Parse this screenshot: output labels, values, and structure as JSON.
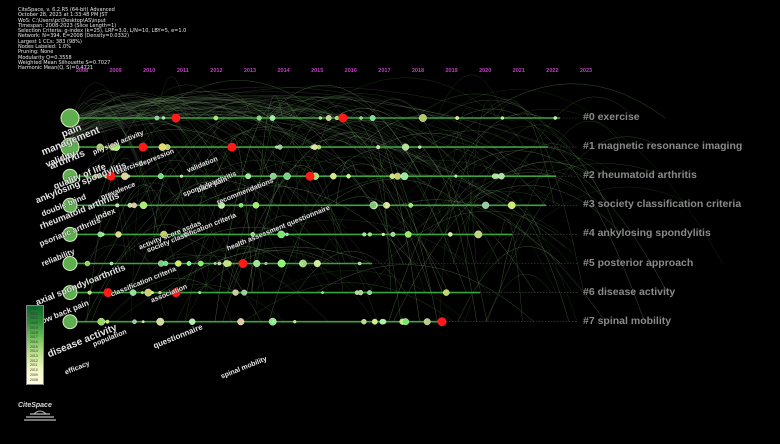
{
  "meta": {
    "lines": [
      "CiteSpace, v. 6.2.R5 (64-bit) Advanced",
      "October 28, 2023 at 1:33:48 PM JST",
      "WoS: C:\\Users\\pc\\Desktop\\AS\\input",
      "Timespan: 2008-2023 (Slice Length=1)",
      "Selection Criteria: g-index (k=25), LRF=3.0, L/N=10, LBY=5, e=1.0",
      "Network: N=394, E=2008 (Density=0.0332)",
      "Largest 1 CCs: 383 (98%)",
      "Nodes Labeled: 1.0%",
      "Pruning: None",
      "Modularity Q=0.3558",
      "Weighted Mean Silhouette S=0.7027",
      "Harmonic Mean(Q, S)=0.4721"
    ]
  },
  "years": [
    "2008",
    "2009",
    "2010",
    "2011",
    "2012",
    "2013",
    "2014",
    "2015",
    "2016",
    "2017",
    "2018",
    "2019",
    "2020",
    "2021",
    "2022",
    "2023"
  ],
  "clusters": [
    {
      "label": "#0 exercise"
    },
    {
      "label": "#1 magnetic resonance imaging"
    },
    {
      "label": "#2 rheumatoid arthritis"
    },
    {
      "label": "#3 society classification criteria"
    },
    {
      "label": "#4 ankylosing spondylitis"
    },
    {
      "label": "#5 posterior approach"
    },
    {
      "label": "#6 disease activity"
    },
    {
      "label": "#7 spinal mobility"
    }
  ],
  "keywords": [
    {
      "text": "management",
      "size": 10,
      "rot": -22
    },
    {
      "text": "pain",
      "size": 10,
      "rot": -22
    },
    {
      "text": "arthritis",
      "size": 10,
      "rot": -22
    },
    {
      "text": "quality of life",
      "size": 9,
      "rot": -22
    },
    {
      "text": "validity",
      "size": 9,
      "rot": -22
    },
    {
      "text": "ankylosing spondylitis",
      "size": 9,
      "rot": -22
    },
    {
      "text": "double blind",
      "size": 8,
      "rot": -22
    },
    {
      "text": "rheumatoid arthritis",
      "size": 9,
      "rot": -22
    },
    {
      "text": "psoriatic arthritis",
      "size": 8,
      "rot": -22
    },
    {
      "text": "reliability",
      "size": 8,
      "rot": -22
    },
    {
      "text": "axial spondyloarthritis",
      "size": 9,
      "rot": -22
    },
    {
      "text": "low back pain",
      "size": 8,
      "rot": -22
    },
    {
      "text": "disease activity",
      "size": 10,
      "rot": -22
    },
    {
      "text": "efficacy",
      "size": 7,
      "rot": -22
    },
    {
      "text": "population",
      "size": 7,
      "rot": -22
    },
    {
      "text": "questionnaire",
      "size": 8,
      "rot": -22
    },
    {
      "text": "spinal mobility",
      "size": 7,
      "rot": -22
    },
    {
      "text": "physical activity",
      "size": 7,
      "rot": -22
    },
    {
      "text": "exercise",
      "size": 7,
      "rot": -22
    },
    {
      "text": "depression",
      "size": 7,
      "rot": -22
    },
    {
      "text": "validation",
      "size": 7,
      "rot": -22
    },
    {
      "text": "prevalence",
      "size": 7,
      "rot": -22
    },
    {
      "text": "spondyloarthritis",
      "size": 7,
      "rot": -22
    },
    {
      "text": "back pain",
      "size": 7,
      "rot": -22
    },
    {
      "text": "recommendations",
      "size": 7,
      "rot": -22
    },
    {
      "text": "health assessment questionnaire",
      "size": 7,
      "rot": -22
    },
    {
      "text": "activity score asdas",
      "size": 7,
      "rot": -22
    },
    {
      "text": "society classification criteria",
      "size": 7,
      "rot": -22
    },
    {
      "text": "classification criteria",
      "size": 7,
      "rot": -22
    },
    {
      "text": "association",
      "size": 7,
      "rot": -22
    },
    {
      "text": "index",
      "size": 8,
      "rot": -22
    }
  ],
  "colors": {
    "cluster_label": "#8a8a8a",
    "year": "#c040c0",
    "node_red": "#ff1a1a",
    "line_green": "#2e8b2e"
  },
  "legend": {
    "years": [
      "2023",
      "2022",
      "2021",
      "2020",
      "2019",
      "2018",
      "2017",
      "2016",
      "2015",
      "2014",
      "2013",
      "2012",
      "2011",
      "2010",
      "2009",
      "2008"
    ]
  },
  "logo": {
    "text": "CiteSpace"
  }
}
